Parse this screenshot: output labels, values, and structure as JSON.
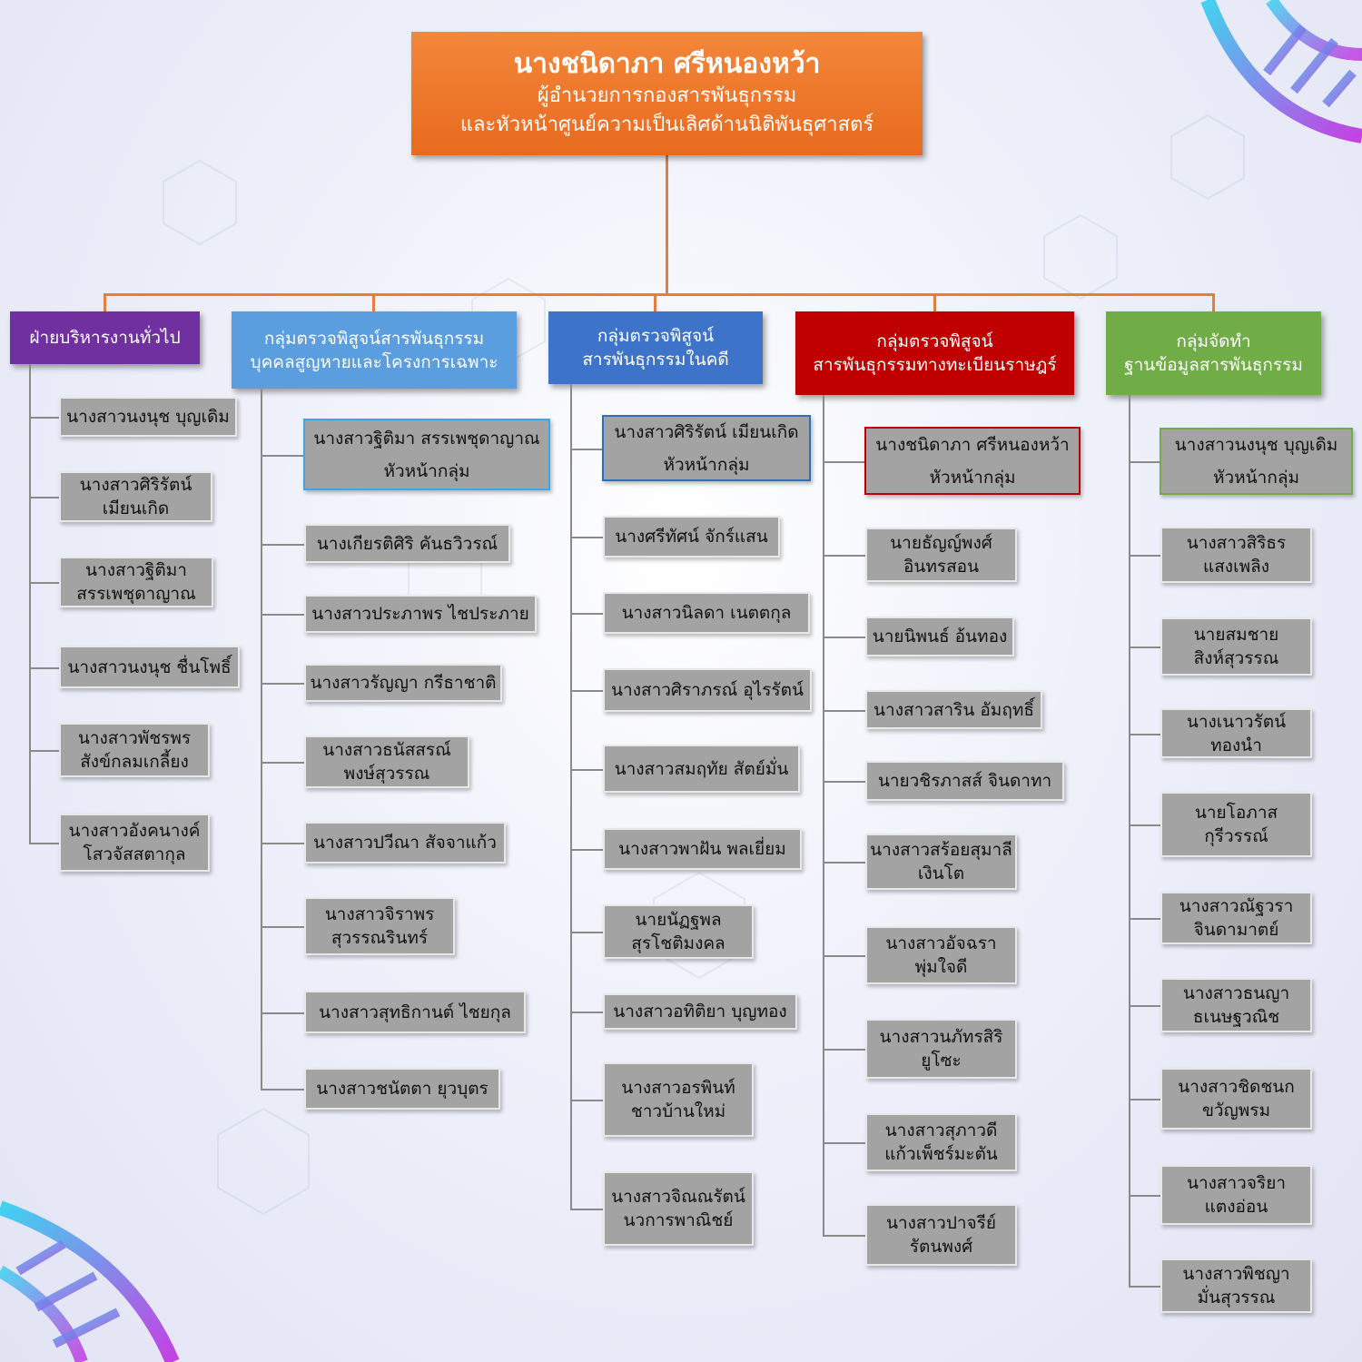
{
  "director": {
    "name": "นางชนิดาภา  ศรีหนองหว้า",
    "title1": "ผู้อำนวยการกองสารพันธุกรรม",
    "title2": "และหัวหน้าศูนย์ความเป็นเลิศด้านนิติพันธุศาสตร์"
  },
  "departments": [
    {
      "line1": "ฝ่ายบริหารงานทั่วไป",
      "line2": "",
      "color": "#7030a0",
      "members": [
        [
          "นางสาวนงนุช  บุญเดิม",
          ""
        ],
        [
          "นางสาวศิริรัตน์",
          "เมียนเกิด"
        ],
        [
          "นางสาวฐิติมา",
          "สรรเพชุดาญาณ"
        ],
        [
          "นางสาวนงนุช  ชื่นโพธิ์",
          ""
        ],
        [
          "นางสาวพัชรพร",
          "สังข์กลมเกลี้ยง"
        ],
        [
          "นางสาวอังคนางค์",
          "โสวจัสสตากุล"
        ]
      ]
    },
    {
      "line1": "กลุ่มตรวจพิสูจน์สารพันธุกรรม",
      "line2": "บุคคลสูญหายและโครงการเฉพาะ",
      "color": "#5a9ee0",
      "lead": [
        "นางสาวฐิติมา  สรรเพชุดาญาณ",
        "หัวหน้ากลุ่ม"
      ],
      "lead_border": "#3aa8e8",
      "members": [
        [
          "นางเกียรติศิริ  คันธวิวรณ์",
          ""
        ],
        [
          "นางสาวประภาพร  ไชประภาย",
          ""
        ],
        [
          "นางสาวรัญญา  กรีธาชาติ",
          ""
        ],
        [
          "นางสาวธนัสสรณ์",
          "พงษ์สุวรรณ"
        ],
        [
          "นางสาวปวีณา  สัจจาแก้ว",
          ""
        ],
        [
          "นางสาวจิราพร",
          "สุวรรณรินทร์"
        ],
        [
          "นางสาวสุทธิกานต์  ไชยกุล",
          ""
        ],
        [
          "นางสาวชนัตตา  ยุวบุตร",
          ""
        ]
      ]
    },
    {
      "line1": "กลุ่มตรวจพิสูจน์",
      "line2": "สารพันธุกรรมในคดี",
      "color": "#3d74c9",
      "lead": [
        "นางสาวศิริรัตน์  เมียนเกิด",
        "หัวหน้ากลุ่ม"
      ],
      "lead_border": "#2e6fb8",
      "members": [
        [
          "นางศรีทัศน์  จักร์แสน",
          ""
        ],
        [
          "นางสาวนิลดา  เนตตกุล",
          ""
        ],
        [
          "นางสาวศิราภรณ์  อุไรรัตน์",
          ""
        ],
        [
          "นางสาวสมฤทัย  สัตย์มั่น",
          ""
        ],
        [
          "นางสาวพาฝัน  พลเยี่ยม",
          ""
        ],
        [
          "นายนัฏฐพล",
          "สุรโชติมงคล"
        ],
        [
          "นางสาวอทิติยา  บุญทอง",
          ""
        ],
        [
          "นางสาวอรพินท์",
          "ชาวบ้านใหม่"
        ],
        [
          "นางสาวจิณณรัตน์",
          "นวการพาณิชย์"
        ]
      ]
    },
    {
      "line1": "กลุ่มตรวจพิสูจน์",
      "line2": "สารพันธุกรรมทางทะเบียนราษฎร์",
      "color": "#c00000",
      "lead": [
        "นางชนิดาภา  ศรีหนองหว้า",
        "หัวหน้ากลุ่ม"
      ],
      "lead_border": "#c00000",
      "members": [
        [
          "นายธัญญ์พงศ์",
          "อินทรสอน"
        ],
        [
          "นายนิพนธ์  อ้นทอง",
          ""
        ],
        [
          "นางสาวสาริน  อัมฤทธิ์",
          ""
        ],
        [
          "นายวชิรภาสส์  จินดาทา",
          ""
        ],
        [
          "นางสาวสร้อยสุมาลี",
          "เงินโต"
        ],
        [
          "นางสาวอัจฉรา",
          "พุ่มใจดี"
        ],
        [
          "นางสาวนภัทรสิริ",
          "ยูโซะ"
        ],
        [
          "นางสาวสุภาวดี",
          "แก้วเพ็ชร์มะตัน"
        ],
        [
          "นางสาวปาจรีย์",
          "รัตนพงศ์"
        ]
      ]
    },
    {
      "line1": "กลุ่มจัดทำ",
      "line2": "ฐานข้อมูลสารพันธุกรรม",
      "color": "#70ad47",
      "lead": [
        "นางสาวนงนุช  บุญเดิม",
        "หัวหน้ากลุ่ม"
      ],
      "lead_border": "#70ad47",
      "members": [
        [
          "นางสาวสิริธร",
          "แสงเพลิง"
        ],
        [
          "นายสมชาย",
          "สิงห์สุวรรณ"
        ],
        [
          "นางเนาวรัตน์",
          "ทองนำ"
        ],
        [
          "นายโอภาส",
          "กุรีวรรณ์"
        ],
        [
          "นางสาวณัฐวรา",
          "จินดามาตย์"
        ],
        [
          "นางสาวธนญา",
          "ธเนษฐวณิช"
        ],
        [
          "นางสาวชิดชนก",
          "ขวัญพรม"
        ],
        [
          "นางสาวจริยา",
          "แตงอ่อน"
        ],
        [
          "นางสาวพิชญา",
          "มั่นสุวรรณ"
        ]
      ]
    }
  ]
}
